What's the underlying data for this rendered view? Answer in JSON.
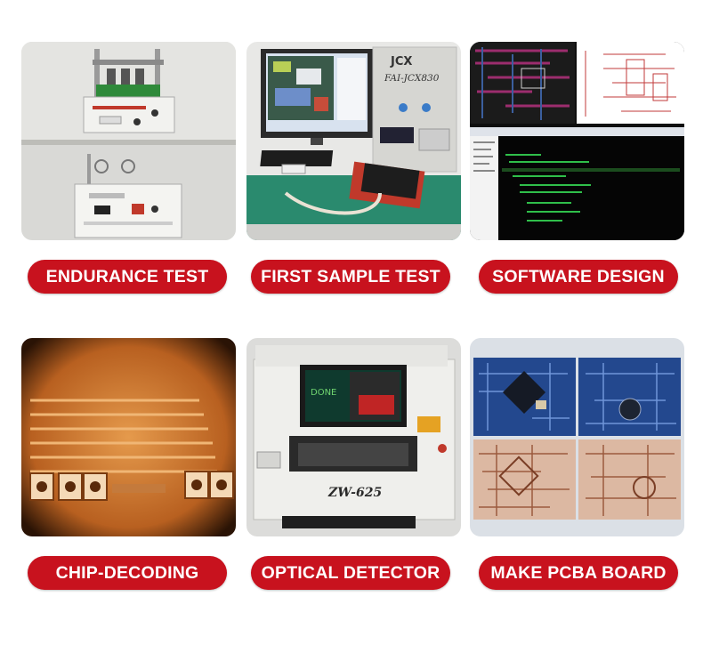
{
  "tiles": [
    {
      "label": "ENDURANCE TEST"
    },
    {
      "label": "FIRST SAMPLE TEST",
      "brand": "JCX",
      "model": "FAI-JCX830"
    },
    {
      "label": "SOFTWARE DESIGN"
    },
    {
      "label": "CHIP-DECODING"
    },
    {
      "label": "OPTICAL DETECTOR",
      "screen_text": "DONE",
      "model": "ZW-625"
    },
    {
      "label": "MAKE PCBA BOARD"
    }
  ],
  "colors": {
    "pill": "#c8121e",
    "pill_text": "#ffffff"
  }
}
